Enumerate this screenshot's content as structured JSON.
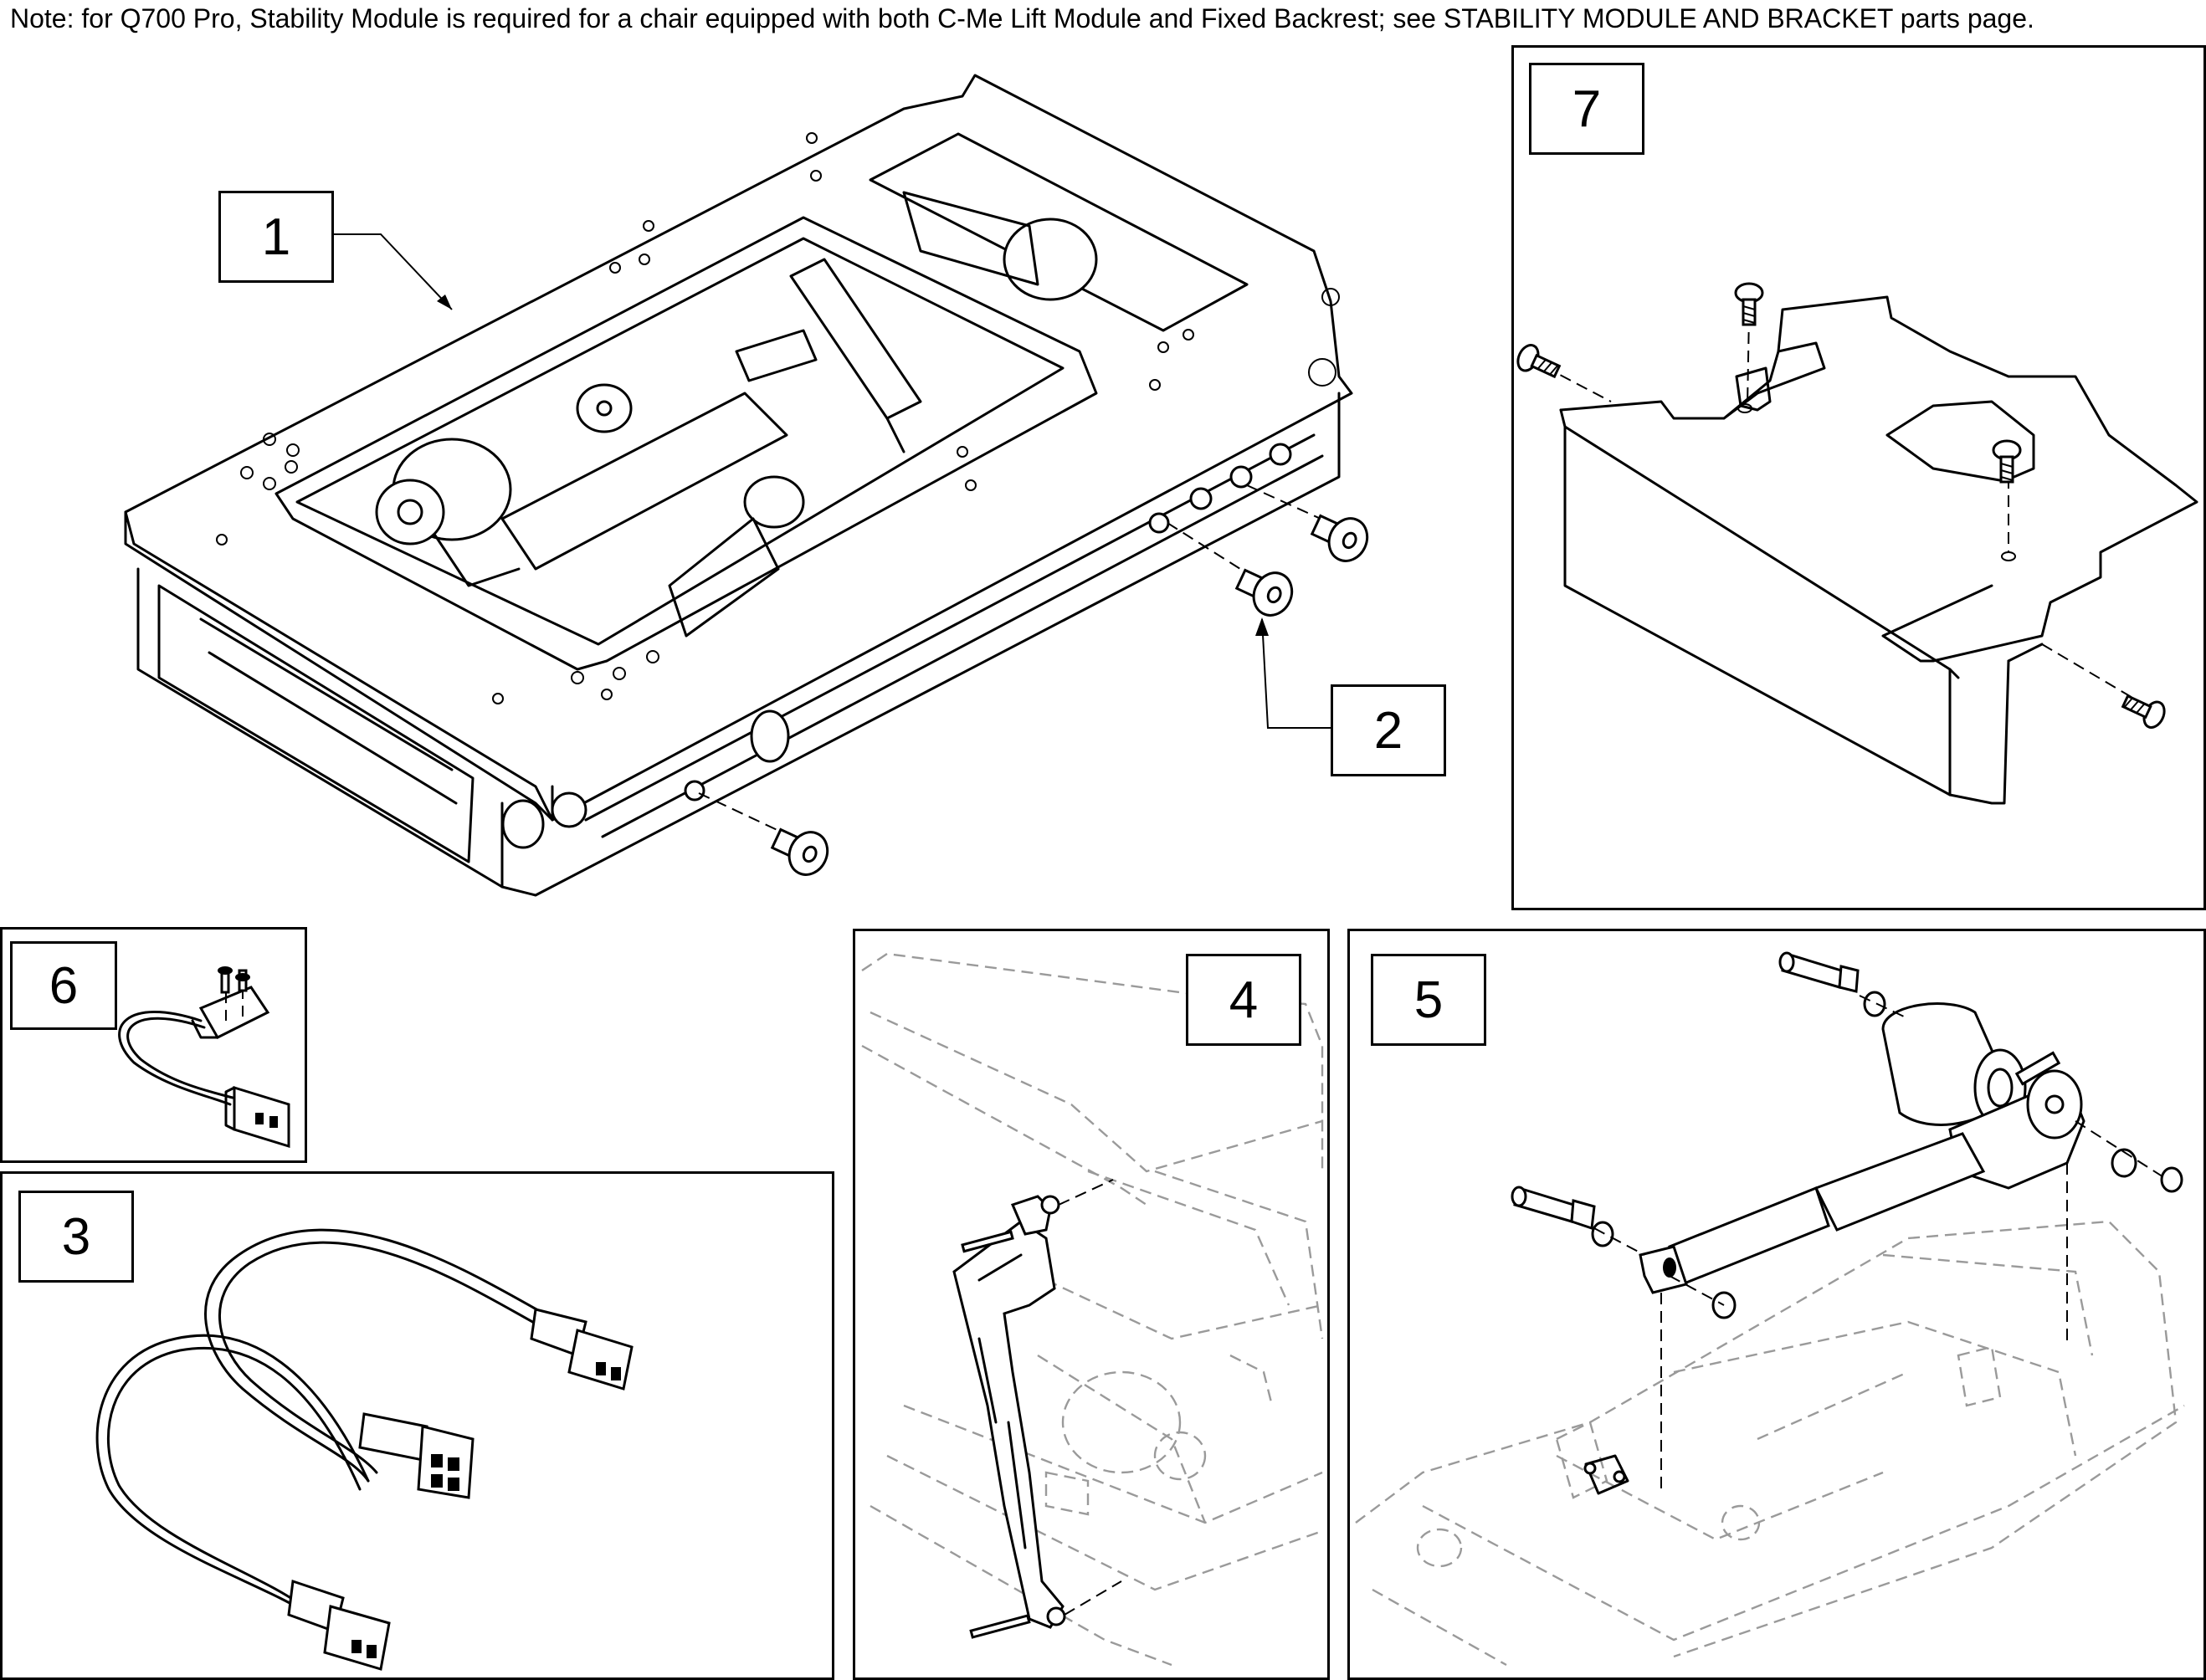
{
  "note": "Note: for Q700 Pro, Stability Module is required for a chair equipped with both C-Me Lift Module and Fixed Backrest; see STABILITY MODULE AND BRACKET parts page.",
  "callouts": {
    "c1": "1",
    "c2": "2",
    "c3": "3",
    "c4": "4",
    "c5": "5",
    "c6": "6",
    "c7": "7"
  }
}
